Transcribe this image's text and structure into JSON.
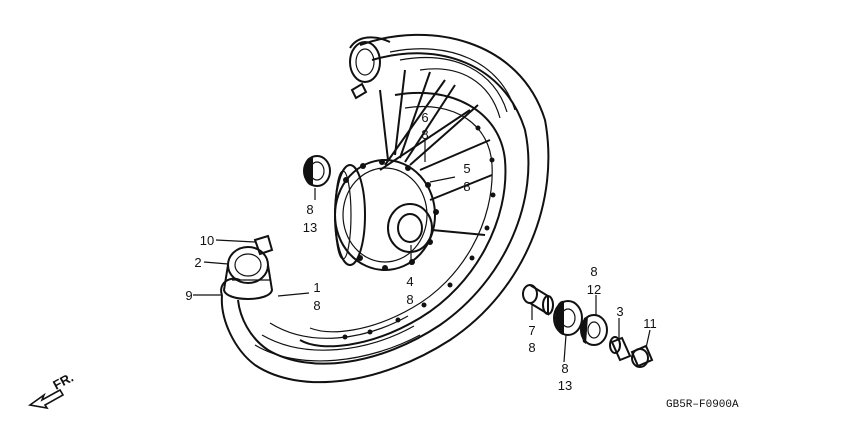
{
  "callouts": [
    {
      "id": "c-1-8",
      "lines": [
        "1",
        "8"
      ]
    },
    {
      "id": "c-2",
      "lines": [
        "2"
      ]
    },
    {
      "id": "c-9",
      "lines": [
        "9"
      ]
    },
    {
      "id": "c-10",
      "lines": [
        "10"
      ]
    },
    {
      "id": "c-8-13-top",
      "lines": [
        "8",
        "13"
      ]
    },
    {
      "id": "c-6-8",
      "lines": [
        "6",
        "8"
      ]
    },
    {
      "id": "c-5-8",
      "lines": [
        "5",
        "8"
      ]
    },
    {
      "id": "c-4-8",
      "lines": [
        "4",
        "8"
      ]
    },
    {
      "id": "c-7-8",
      "lines": [
        "7",
        "8"
      ]
    },
    {
      "id": "c-8-13-bottom",
      "lines": [
        "8",
        "13"
      ]
    },
    {
      "id": "c-8-12",
      "lines": [
        "8",
        "12"
      ]
    },
    {
      "id": "c-3",
      "lines": [
        "3"
      ]
    },
    {
      "id": "c-11",
      "lines": [
        "11"
      ]
    }
  ],
  "direction": {
    "label": "FR.",
    "icon": "front-direction-arrow-icon"
  },
  "drawing_code": "GB5R–F0900A"
}
